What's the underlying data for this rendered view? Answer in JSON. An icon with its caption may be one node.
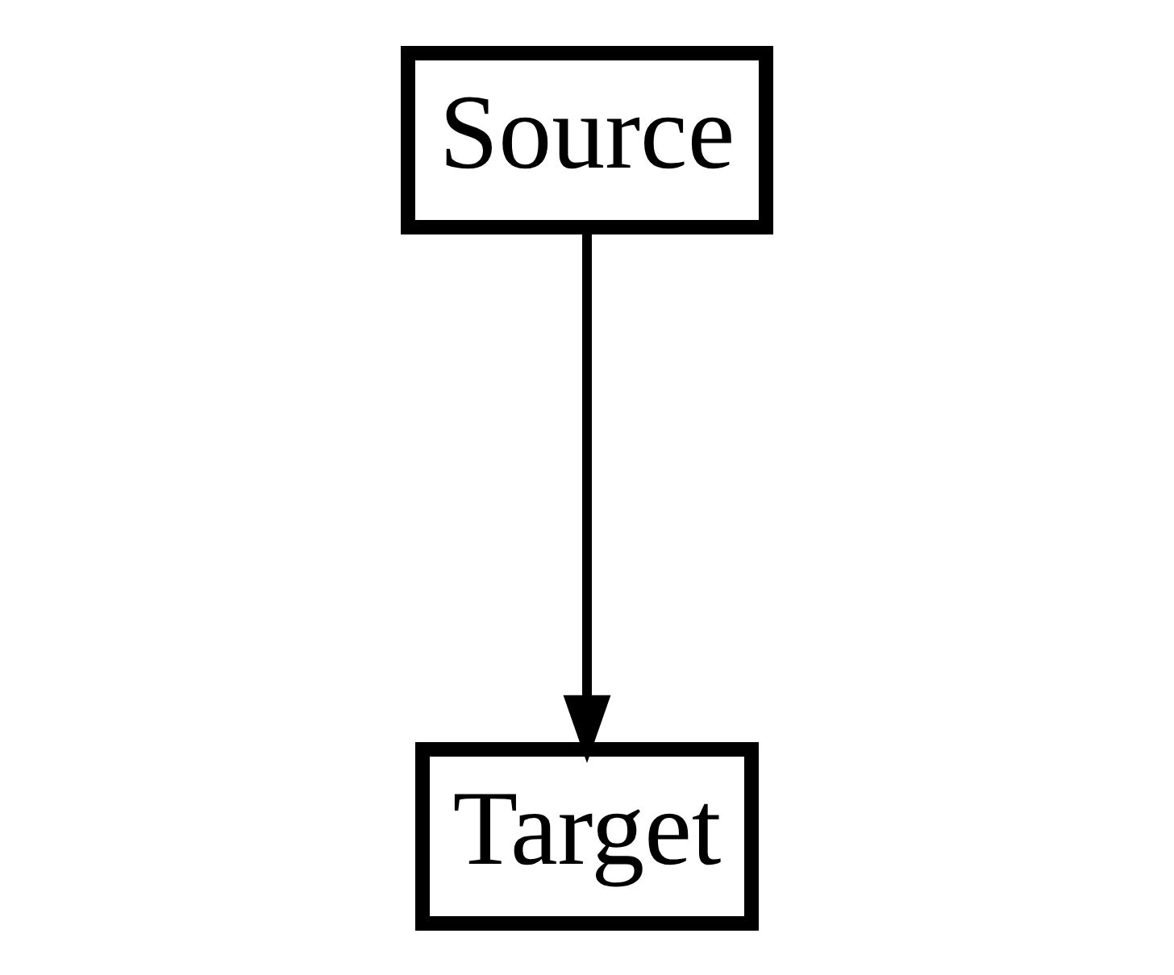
{
  "diagram": {
    "nodes": [
      {
        "text": [
          "Source"
        ]
      },
      {
        "text": [
          "Target"
        ]
      }
    ],
    "edges": [
      {
        "from": 0,
        "to": 1,
        "arrow": "to"
      }
    ]
  }
}
